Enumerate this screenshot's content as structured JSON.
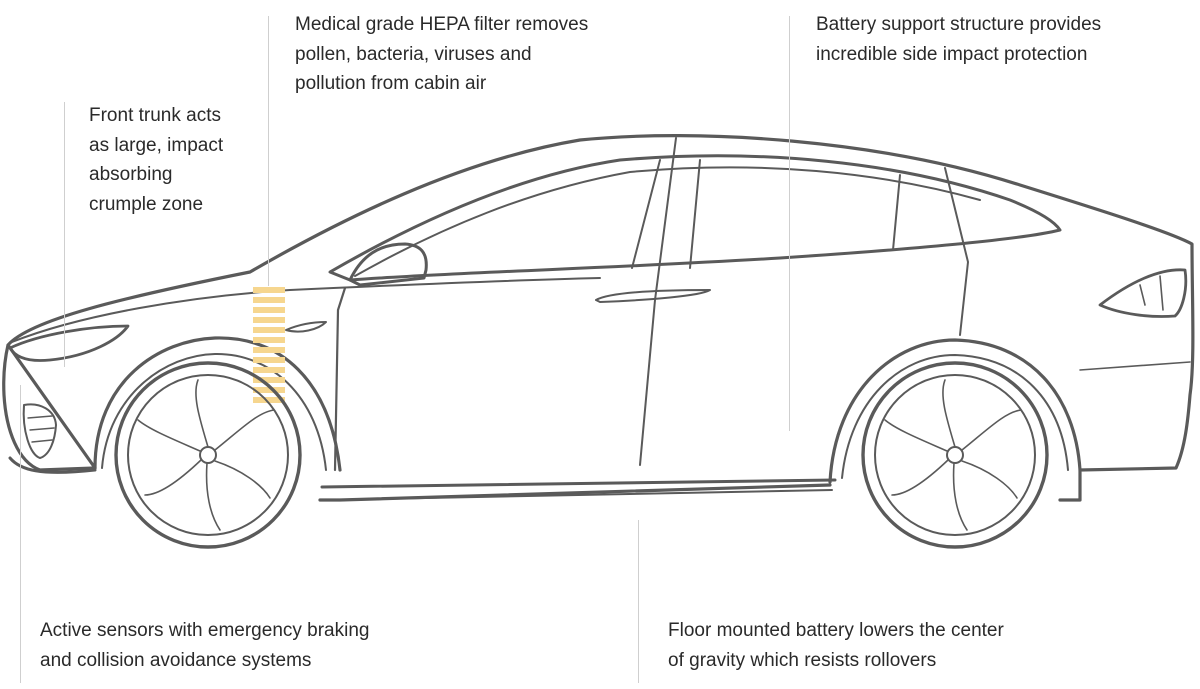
{
  "callouts": {
    "hepa": {
      "lines": [
        "Medical grade HEPA filter removes",
        "pollen, bacteria, viruses and",
        "pollution from cabin air"
      ]
    },
    "battery_structure": {
      "lines": [
        "Battery support structure provides",
        "incredible side impact protection"
      ]
    },
    "front_trunk": {
      "lines": [
        "Front trunk acts",
        "as large, impact",
        "absorbing",
        "crumple zone"
      ]
    },
    "sensors": {
      "lines": [
        "Active sensors with emergency braking",
        "and collision avoidance systems"
      ]
    },
    "floor_battery": {
      "lines": [
        "Floor mounted battery lowers the center",
        "of gravity which resists rollovers"
      ]
    }
  },
  "colors": {
    "outline": "#5a5a5a",
    "leader": "#cfcfcf",
    "filter_highlight": "#f6d68f"
  }
}
